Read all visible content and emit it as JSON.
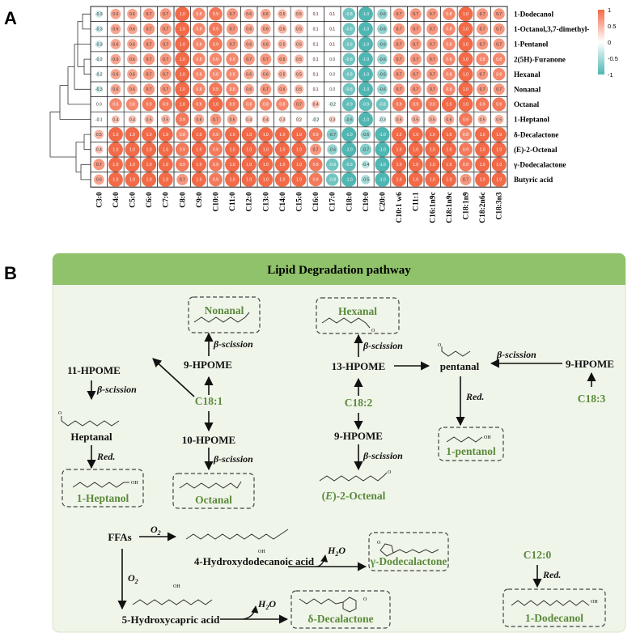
{
  "panel_a": {
    "letter": "A",
    "rows": [
      "1-Dodecanol",
      "1-Octanol,3,7-dimethyl-",
      "1-Pentanol",
      "2(5H)-Furanone",
      "Hexanal",
      "Nonanal",
      "Octanal",
      "1-Heptanol",
      "δ-Decalactone",
      "(E)-2-Octenal",
      "γ-Dodecalactone",
      "Butyric acid"
    ],
    "columns": [
      "C3:0",
      "C4:0",
      "C5:0",
      "C6:0",
      "C7:0",
      "C8:0",
      "C9:0",
      "C10:0",
      "C11:0",
      "C12:0",
      "C13:0",
      "C14:0",
      "C15:0",
      "C16:0",
      "C17:0",
      "C18:0",
      "C19:0",
      "C20:0",
      "C10:1 w6",
      "C11:1",
      "C16:1n9c",
      "C18:1n9c",
      "C18:1n9",
      "C18:2n6c",
      "C18:3n3"
    ],
    "colorbar": {
      "ticks": [
        "1",
        "0.5",
        "0",
        "-0.5",
        "-1"
      ],
      "pos_color": "#f26a48",
      "neg_color": "#4fb6b2"
    },
    "chart_data": {
      "type": "heatmap",
      "rows": [
        "1-Dodecanol",
        "1-Octanol,3,7-dimethyl-",
        "1-Pentanol",
        "2(5H)-Furanone",
        "Hexanal",
        "Nonanal",
        "Octanal",
        "1-Heptanol",
        "δ-Decalactone",
        "(E)-2-Octenal",
        "γ-Dodecalactone",
        "Butyric acid"
      ],
      "columns": [
        "C3:0",
        "C4:0",
        "C5:0",
        "C6:0",
        "C7:0",
        "C8:0",
        "C9:0",
        "C10:0",
        "C11:0",
        "C12:0",
        "C13:0",
        "C14:0",
        "C15:0",
        "C16:0",
        "C17:0",
        "C18:0",
        "C19:0",
        "C20:0",
        "C10:1 w6",
        "C11:1",
        "C16:1n9c",
        "C18:1n9c",
        "C18:1n9",
        "C18:2n6c",
        "C18:3n3"
      ],
      "values": [
        [
          -0.3,
          0.6,
          0.6,
          0.7,
          0.7,
          1.0,
          0.8,
          0.9,
          0.7,
          0.6,
          0.6,
          0.5,
          0.5,
          0.1,
          0.1,
          -0.8,
          -1.0,
          -0.6,
          0.7,
          0.7,
          0.7,
          0.8,
          1.0,
          0.7,
          0.7
        ],
        [
          -0.3,
          0.6,
          0.6,
          0.7,
          0.7,
          1.0,
          0.8,
          0.9,
          0.7,
          0.6,
          0.6,
          0.5,
          0.5,
          0.1,
          0.1,
          -0.8,
          -1.0,
          -0.6,
          0.7,
          0.7,
          0.7,
          0.8,
          1.0,
          0.7,
          0.7
        ],
        [
          -0.3,
          0.6,
          0.6,
          0.7,
          0.7,
          1.0,
          0.8,
          0.9,
          0.7,
          0.6,
          0.6,
          0.5,
          0.5,
          0.1,
          0.1,
          -0.8,
          -1.0,
          -0.6,
          0.7,
          0.7,
          0.7,
          0.8,
          1.0,
          0.7,
          0.7
        ],
        [
          -0.2,
          0.6,
          0.6,
          0.7,
          0.7,
          1.0,
          0.8,
          0.8,
          0.8,
          0.7,
          0.7,
          0.6,
          0.5,
          0.1,
          0.0,
          -0.8,
          -1.0,
          -0.6,
          0.7,
          0.7,
          0.7,
          0.8,
          1.0,
          0.8,
          0.8
        ],
        [
          -0.2,
          0.6,
          0.6,
          0.7,
          0.7,
          1.0,
          0.8,
          0.8,
          0.8,
          0.6,
          0.6,
          0.5,
          0.5,
          0.1,
          0.0,
          -0.8,
          -1.0,
          -0.6,
          0.7,
          0.7,
          0.7,
          0.8,
          1.0,
          0.7,
          0.8
        ],
        [
          -0.3,
          0.6,
          0.6,
          0.7,
          0.7,
          1.0,
          0.8,
          0.9,
          0.8,
          0.6,
          0.7,
          0.6,
          0.5,
          0.1,
          0.0,
          -0.8,
          -1.0,
          -0.6,
          0.7,
          0.7,
          0.7,
          0.8,
          1.0,
          0.7,
          0.7
        ],
        [
          0.0,
          0.8,
          0.8,
          0.9,
          0.9,
          1.0,
          0.9,
          1.0,
          0.9,
          0.8,
          0.8,
          0.8,
          0.7,
          0.4,
          -0.2,
          -0.9,
          -0.9,
          -0.8,
          0.9,
          0.9,
          0.9,
          1.0,
          1.0,
          0.9,
          0.9
        ],
        [
          -0.1,
          0.4,
          0.4,
          0.5,
          0.5,
          0.9,
          0.6,
          0.7,
          0.6,
          0.4,
          0.4,
          0.3,
          0.2,
          -0.2,
          0.3,
          -0.6,
          -1.0,
          -0.3,
          0.5,
          0.5,
          0.5,
          0.6,
          0.9,
          0.5,
          0.5
        ],
        [
          0.5,
          1.0,
          1.0,
          1.0,
          1.0,
          0.8,
          1.0,
          0.9,
          1.0,
          1.0,
          1.0,
          1.0,
          1.0,
          0.9,
          -0.7,
          -1.0,
          -0.6,
          -1.0,
          1.0,
          1.0,
          1.0,
          1.0,
          0.8,
          1.0,
          1.0
        ],
        [
          0.4,
          1.0,
          1.0,
          1.0,
          1.0,
          0.9,
          1.0,
          0.9,
          1.0,
          1.0,
          1.0,
          1.0,
          1.0,
          0.7,
          -0.6,
          -1.0,
          -0.7,
          -1.0,
          1.0,
          1.0,
          1.0,
          1.0,
          0.9,
          1.0,
          1.0
        ],
        [
          0.7,
          1.0,
          1.0,
          1.0,
          1.0,
          0.9,
          1.0,
          0.9,
          1.0,
          1.0,
          1.0,
          1.0,
          1.0,
          0.9,
          -0.8,
          -0.9,
          -0.4,
          -1.0,
          1.0,
          1.0,
          1.0,
          1.0,
          0.9,
          1.0,
          1.0
        ],
        [
          0.6,
          1.0,
          1.0,
          1.0,
          1.0,
          0.7,
          1.0,
          0.9,
          1.0,
          1.0,
          1.0,
          1.0,
          1.0,
          0.9,
          -0.8,
          -1.0,
          -0.5,
          -1.0,
          1.0,
          1.0,
          1.0,
          1.0,
          0.7,
          1.0,
          1.0
        ]
      ],
      "value_range": [
        -1,
        1
      ]
    }
  },
  "panel_b": {
    "letter": "B",
    "title": "Lipid Degradation pathway",
    "nodes": {
      "c181": "C18:1",
      "c182": "C18:2",
      "c183": "C18:3",
      "c120": "C12:0",
      "hpome9": "9-HPOME",
      "hpome11": "11-HPOME",
      "hpome10": "10-HPOME",
      "hpome13": "13-HPOME",
      "hpome9b": "9-HPOME",
      "hpome9c": "9-HPOME",
      "pentanal": "pentanal",
      "heptanal": "Heptanal",
      "ffas": "FFAs",
      "acid4": "4-Hydroxydodecanoic acid",
      "acid5": "5-Hydroxycapric acid"
    },
    "products": {
      "nonanal": "Nonanal",
      "hexanal": "Hexanal",
      "heptanol": "1-Heptanol",
      "octanal": "Octanal",
      "octenal_prefix": "(",
      "octenal_e": "E",
      "octenal_suffix": ")-2-Octenal",
      "pentanol": "1-pentanol",
      "gamma": "γ-Dodecalactone",
      "delta": "δ-Decalactone",
      "dodecanol": "1-Dodecanol"
    },
    "edges": {
      "beta": "β-scission",
      "red": "Red.",
      "o2": "O",
      "o2_sub": "2",
      "h2o_h": "H",
      "h2o_2": "2",
      "h2o_o": "O"
    },
    "molecule_atoms": {
      "o": "O",
      "oh": "OH",
      "ooh": "OH"
    },
    "colors": {
      "panel_bg": "#f0f5e9",
      "header": "#8fc26a",
      "product_text": "#5a8a3c",
      "border": "#444444"
    }
  }
}
